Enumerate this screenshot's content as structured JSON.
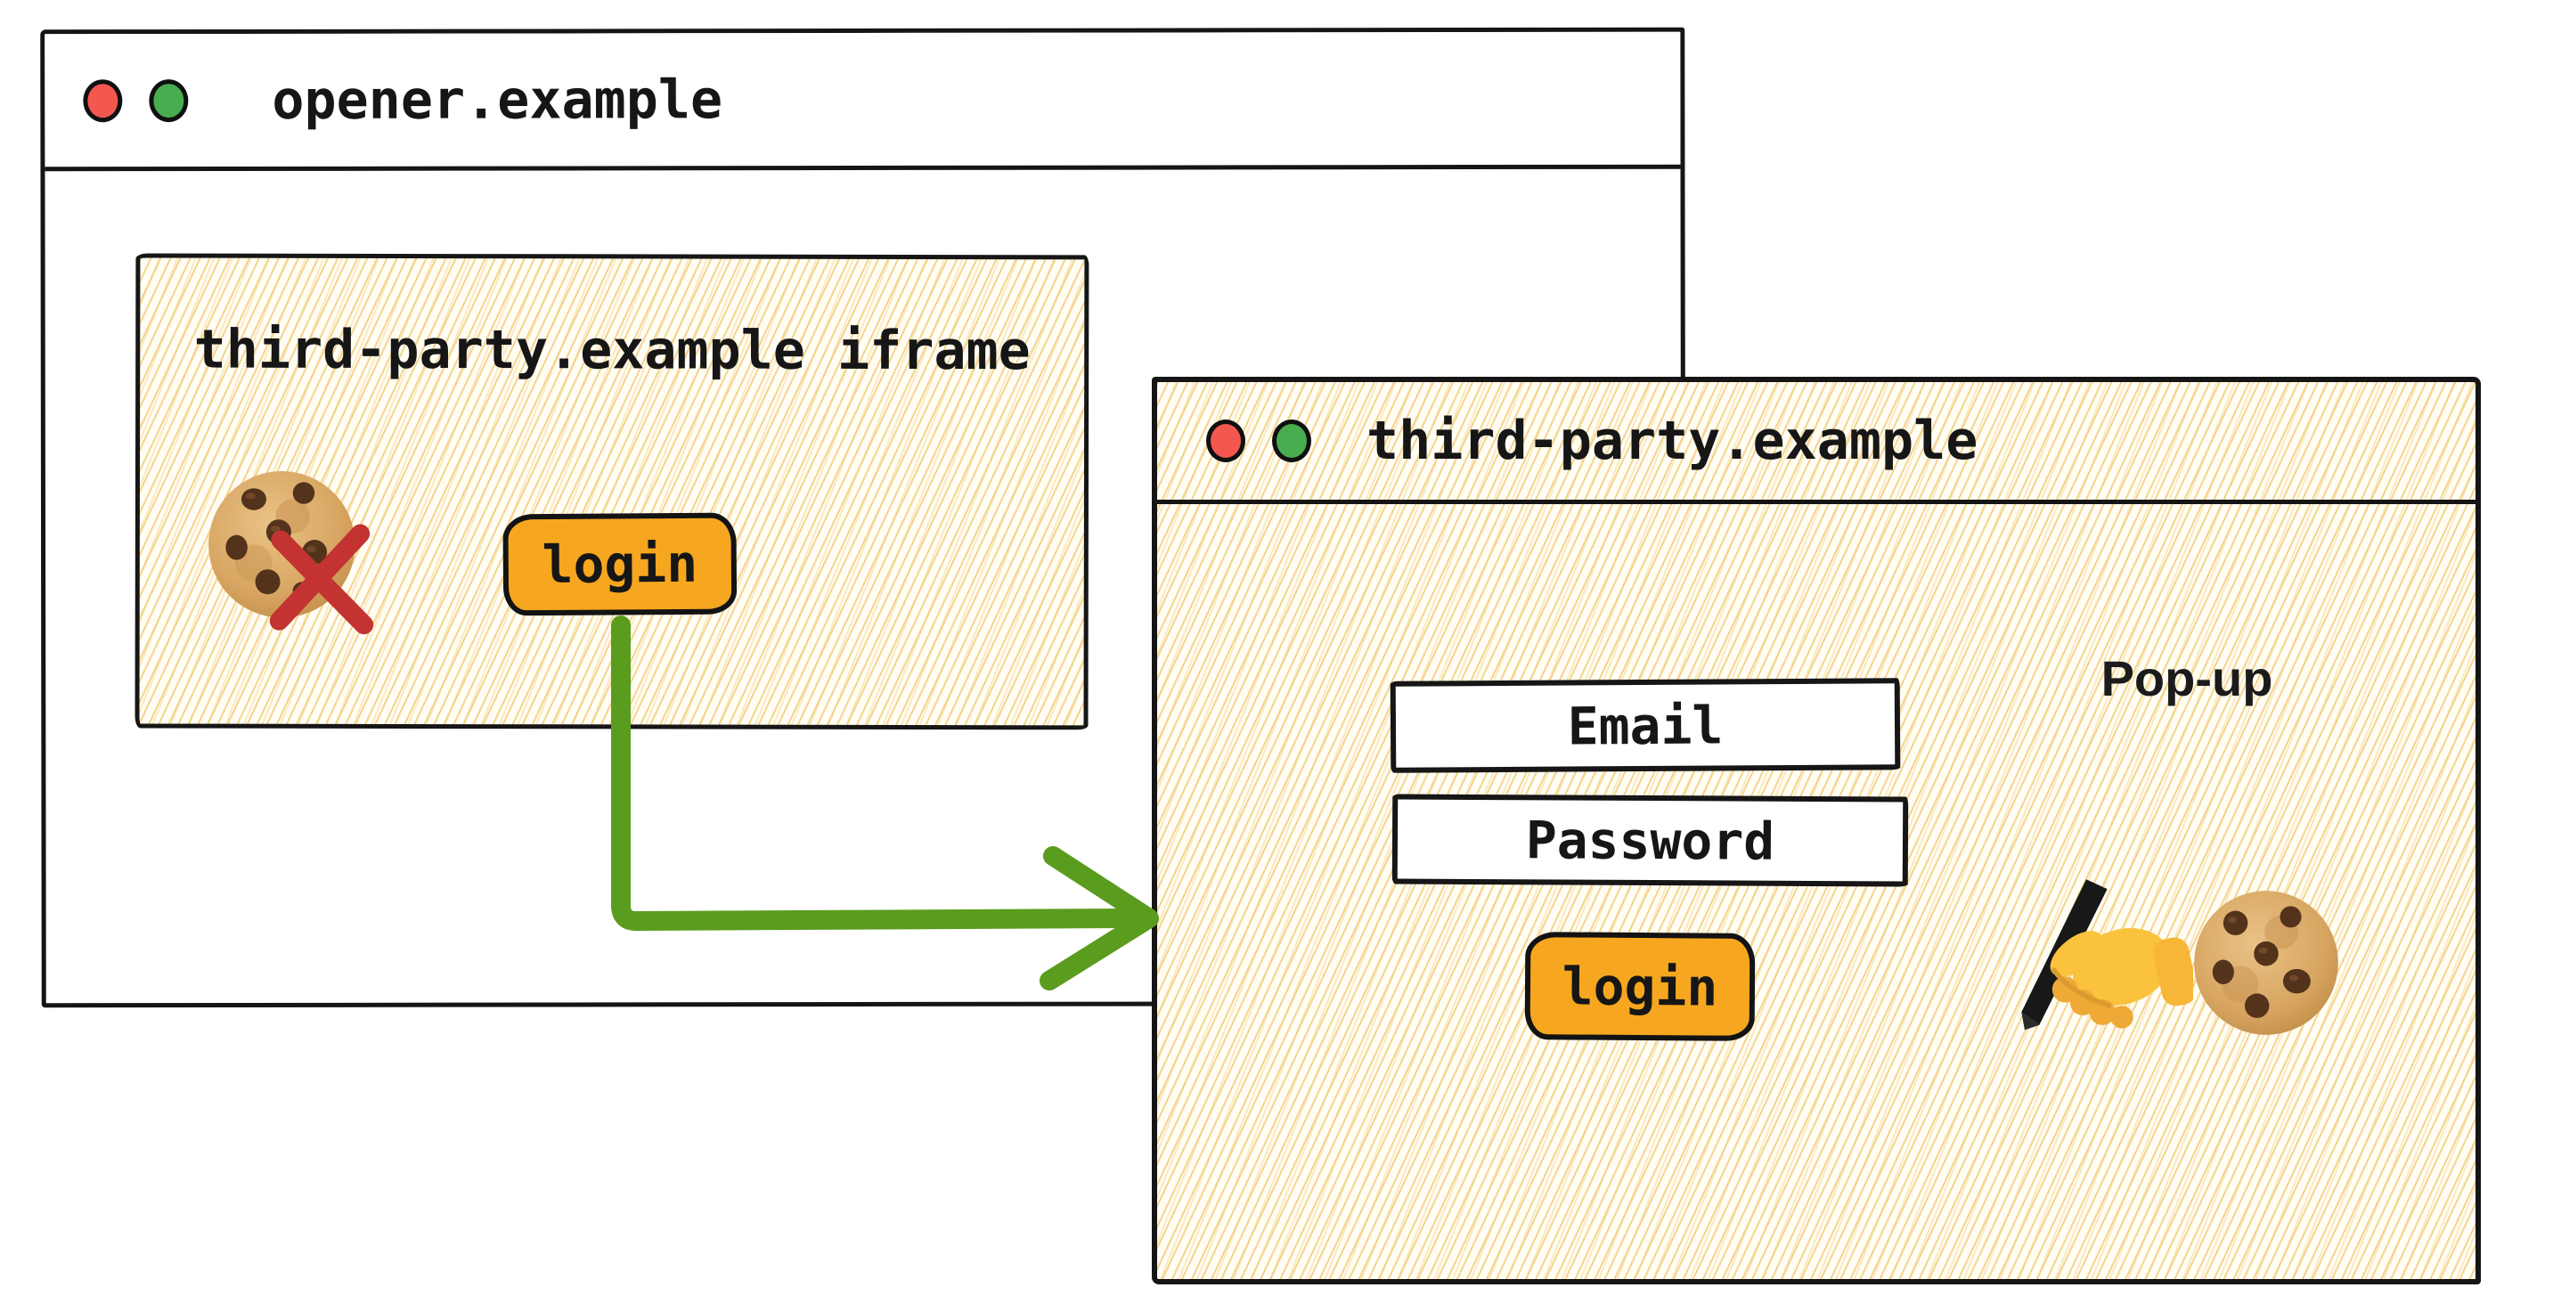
{
  "colors": {
    "outline": "#151515",
    "button_orange": "#F6A71F",
    "arrow_green": "#5A9C1E",
    "cross_red": "#C23331",
    "traffic_light_red": "#F4574E",
    "traffic_light_green": "#47AD4F",
    "hatch_stroke": "#F3CD7D",
    "hatch_background": "#FFFDF4"
  },
  "icons": {
    "cookie": "🍪",
    "blocked_cross": "✕",
    "writing_hand": "✍",
    "traffic_light": "●",
    "flow_arrow": "→"
  },
  "opener_window": {
    "title": "opener.example",
    "iframe": {
      "label": "third-party.example iframe",
      "login_button": "login"
    }
  },
  "popup_window": {
    "title": "third-party.example",
    "annotation": "Pop-up",
    "fields": [
      {
        "label": "Email"
      },
      {
        "label": "Password"
      }
    ],
    "login_button": "login"
  }
}
